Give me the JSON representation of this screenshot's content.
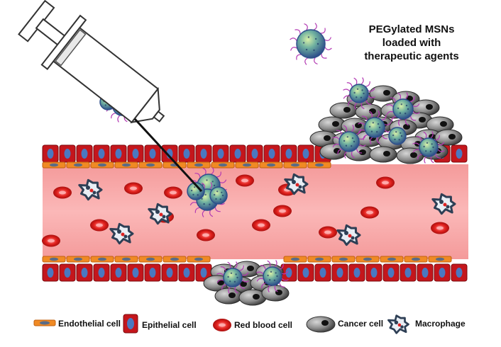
{
  "title": {
    "line1": "PEGylated MSNs",
    "line2": "loaded with",
    "line3": "therapeutic agents"
  },
  "legend": {
    "endothelial": "Endothelial cell",
    "epithelial": "Epithelial cell",
    "rbc": "Red blood cell",
    "cancer": "Cancer cell",
    "macrophage": "Macrophage"
  },
  "colors": {
    "vessel_lumen": "#f8a3a3",
    "epithelial": "#c4161c",
    "epithelial_nucleus": "#4a78c0",
    "endothelial": "#f08a24",
    "endothelial_nucleus": "#5a6b86",
    "rbc": "#e0201c",
    "cancer_cell": "#8a8a8a",
    "msn_core": "#6fb0a0",
    "msn_shell": "#2e4f8a",
    "peg_chain": "#b33ab3",
    "macrophage": "#2e3f55"
  },
  "icons": [
    "syringe-icon",
    "needle-icon",
    "msn-particle-icon",
    "red-blood-cell-icon",
    "macrophage-icon",
    "cancer-cell-icon",
    "epithelial-cell-icon",
    "endothelial-cell-icon"
  ]
}
